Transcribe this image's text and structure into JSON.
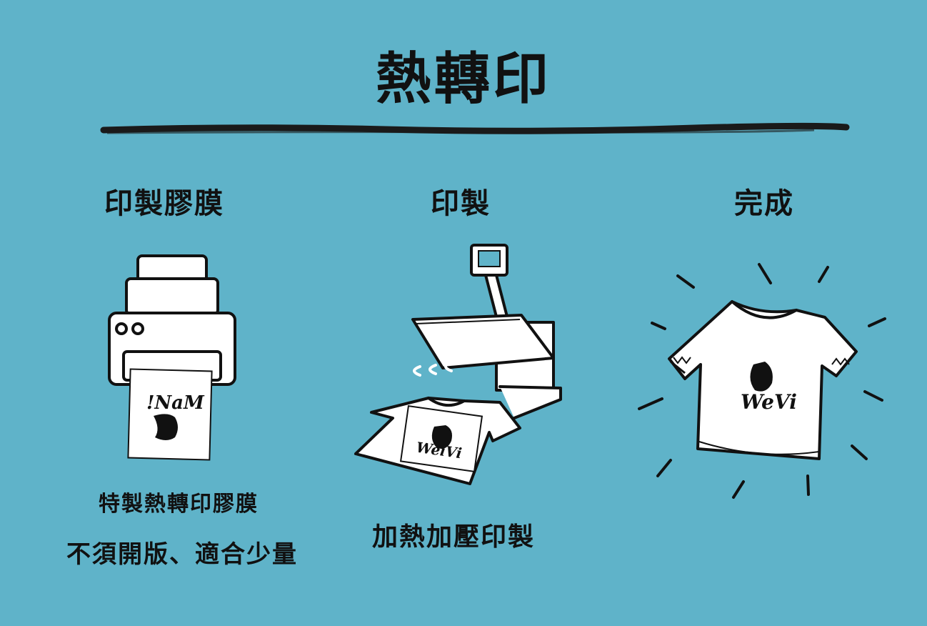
{
  "title": "熱轉印",
  "steps": [
    {
      "title": "印製膠膜",
      "captions": [
        "特製熱轉印膠膜",
        "不須開版、適合少量"
      ]
    },
    {
      "title": "印製",
      "captions": [
        "加熱加壓印製"
      ]
    },
    {
      "title": "完成",
      "captions": []
    }
  ],
  "illustration_text": {
    "paper_logo": "!NaM",
    "shirt_logo": "WeiVi",
    "done_logo": "WeVi"
  },
  "colors": {
    "background": "#5fb3c9",
    "ink": "#111111",
    "paper": "#ffffff"
  }
}
